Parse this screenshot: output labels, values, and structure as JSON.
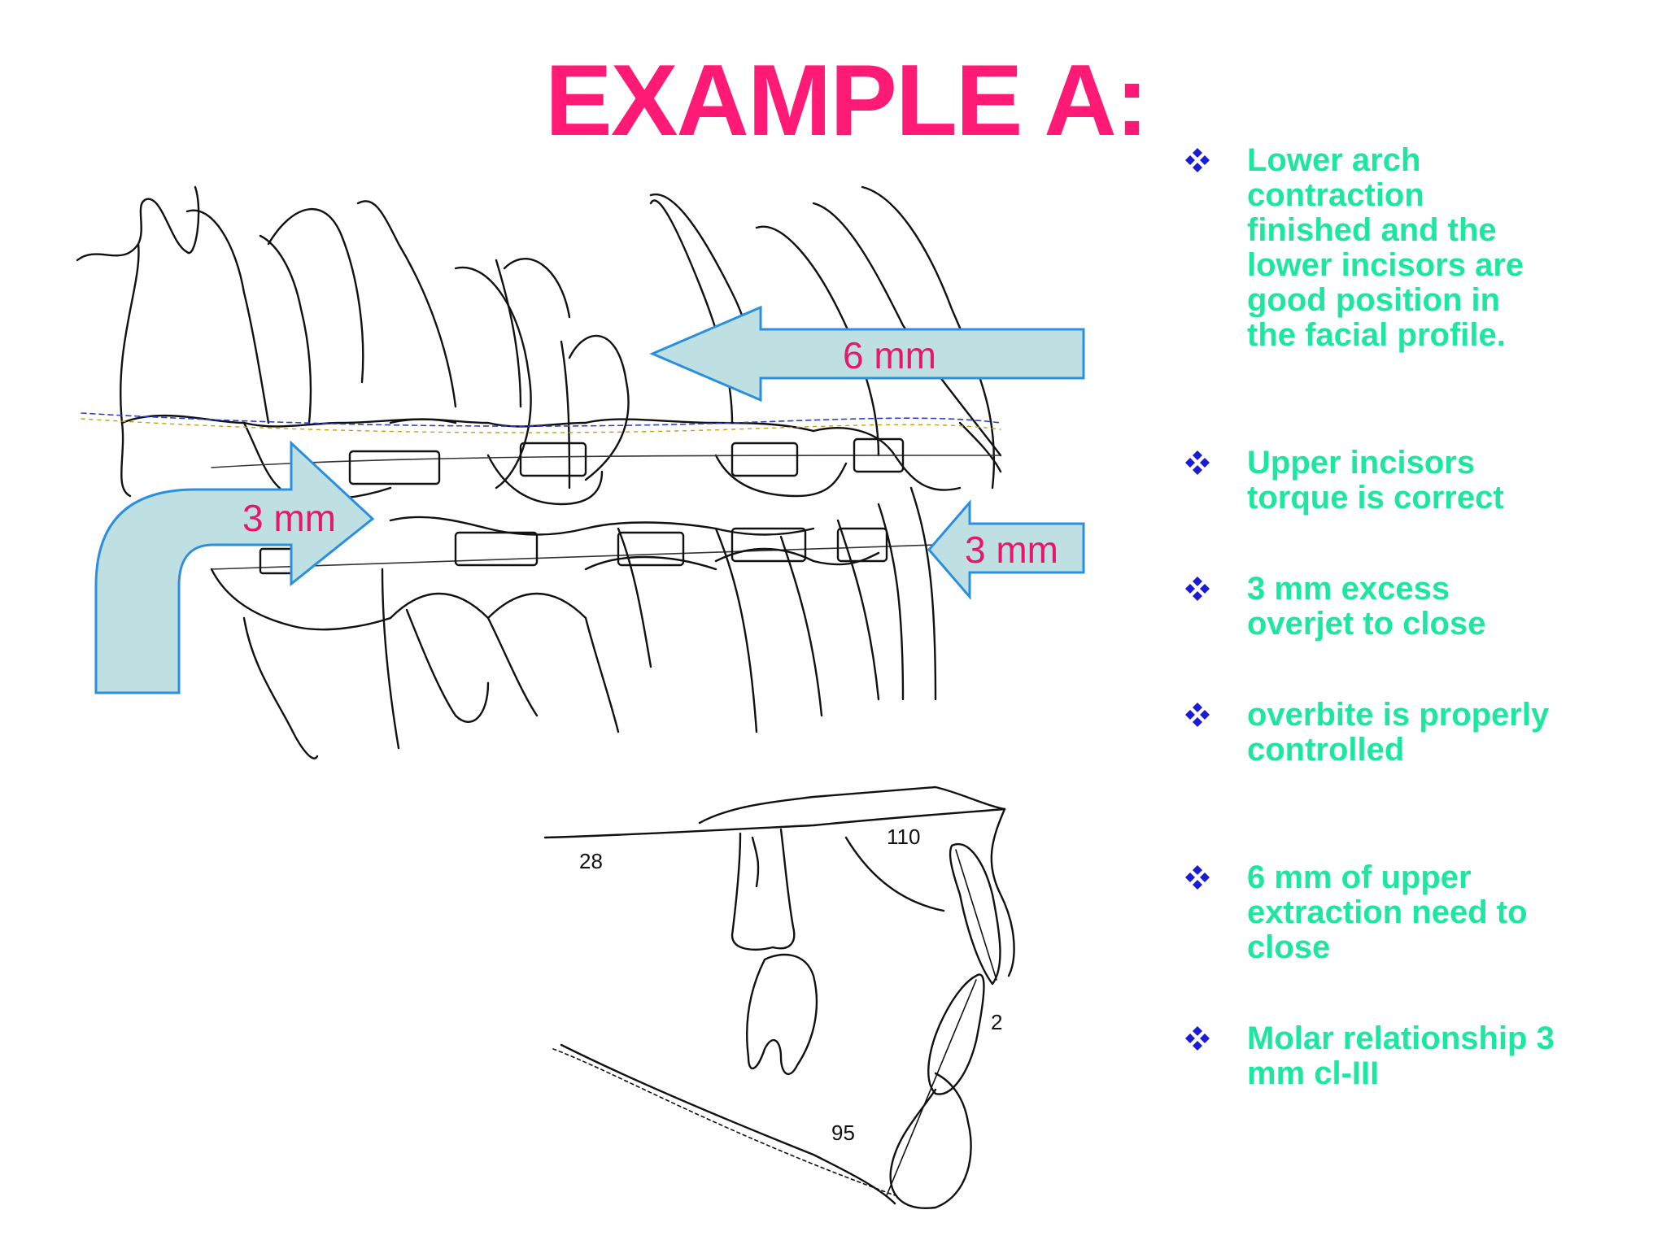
{
  "slide": {
    "title": "EXAMPLE A:",
    "colors": {
      "title": "#ff1a75",
      "arrow_fill": "#bfe0e3",
      "arrow_stroke": "#2b8fe0",
      "arrow_label": "#e6186a",
      "bullet_text": "#1de6a0",
      "bullet_icon": "#1b1bd6"
    }
  },
  "arrows": {
    "upper_label": "6 mm",
    "left_label": "3 mm",
    "right_label": "3 mm"
  },
  "cephalometric": {
    "angle_top_left": "28",
    "angle_top_right": "110",
    "angle_bottom": "95",
    "incisor_value": "2"
  },
  "bullets": {
    "icon": "four-diamond-bullet-icon",
    "items": [
      {
        "text": "Lower arch contraction finished and the lower incisors are good position in the facial profile."
      },
      {
        "text": "Upper incisors torque is correct"
      },
      {
        "text": "3 mm excess overjet to close"
      },
      {
        "text": "overbite is properly controlled"
      },
      {
        "text": "6 mm of upper extraction need to close"
      },
      {
        "text": "Molar relationship 3 mm cl-III"
      }
    ]
  }
}
